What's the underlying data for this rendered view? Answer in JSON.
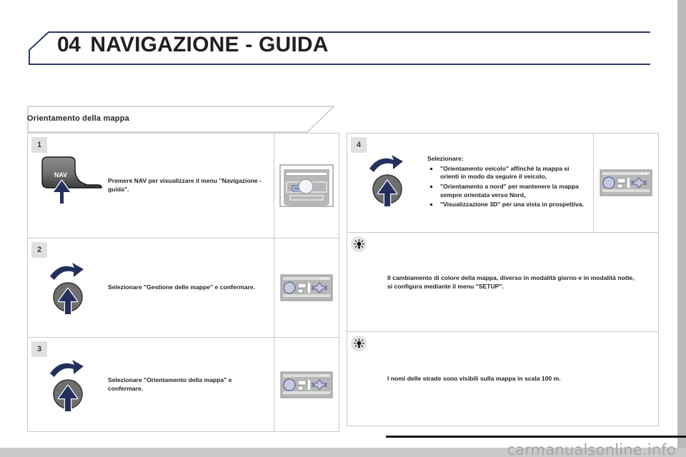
{
  "page": {
    "chapter_number": "04",
    "chapter_title": "NAVIGAZIONE - GUIDA",
    "section_title": "Orientamento della mappa",
    "watermark": "carmanualsonline.info",
    "accent_color": "#23305e",
    "rule_color": "#2b3a6b"
  },
  "steps": [
    {
      "badge": "1",
      "text": "Premere NAV per visualizzare il menu \"Navigazione - guida\".",
      "art": "nav-button",
      "thumb": "head-unit-front"
    },
    {
      "badge": "2",
      "text": "Selezionare \"Gestione delle mappe\" e confermare.",
      "art": "rotary-knob",
      "thumb": "head-unit-panel"
    },
    {
      "badge": "3",
      "text": "Selezionare \"Orientamento della mappa\" e confermare.",
      "art": "rotary-knob",
      "thumb": "head-unit-panel"
    },
    {
      "badge": "4",
      "text": "Selezionare:",
      "art": "rotary-knob",
      "thumb": "head-unit-panel",
      "options": [
        "\"Orientamento veicolo\" affinché la mappa si orienti in modo da seguire il veicolo,",
        "\"Orientamento a nord\" per mantenere la mappa sempre orientata verso Nord,",
        "\"Visualizzazione 3D\" per una vista in prospettiva."
      ]
    }
  ],
  "tips": [
    {
      "badge_icon": "lightbulb-icon",
      "text": "Il cambiamento di colore della mappa, diverso in modalità giorno e in modalità notte, si configura mediante il menu \"SETUP\"."
    },
    {
      "badge_icon": "lightbulb-icon",
      "text": "I nomi delle strade sono visibili sulla mappa in scala 100 m."
    }
  ],
  "nav_button": {
    "label": "NAV"
  }
}
